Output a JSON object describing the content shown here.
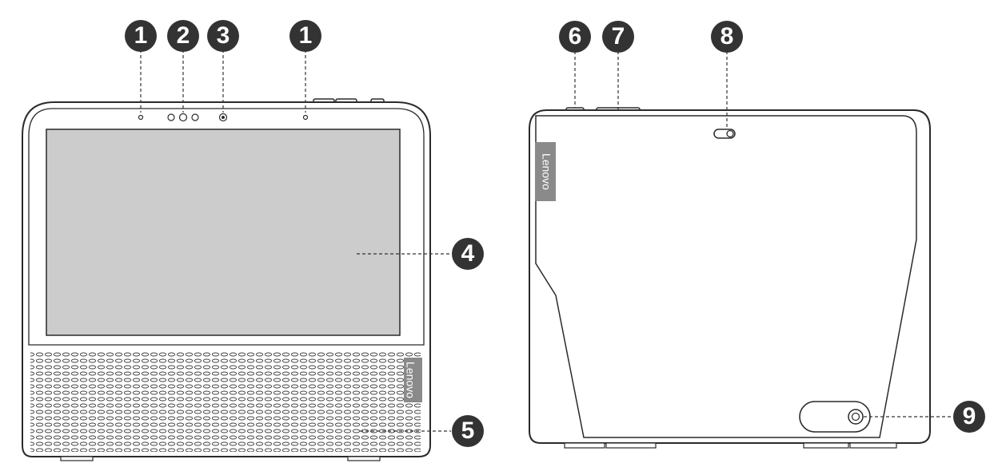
{
  "callouts": {
    "c1a": "1",
    "c2": "2",
    "c3": "3",
    "c1b": "1",
    "c4": "4",
    "c5": "5",
    "c6": "6",
    "c7": "7",
    "c8": "8",
    "c9": "9"
  },
  "brand": {
    "front": "Lenovo",
    "back": "Lenovo"
  },
  "colors": {
    "outline": "#2a2a2a",
    "screen": "#cccccc",
    "callout_fill": "#333333",
    "brand_tag": "#8a8a8a"
  }
}
